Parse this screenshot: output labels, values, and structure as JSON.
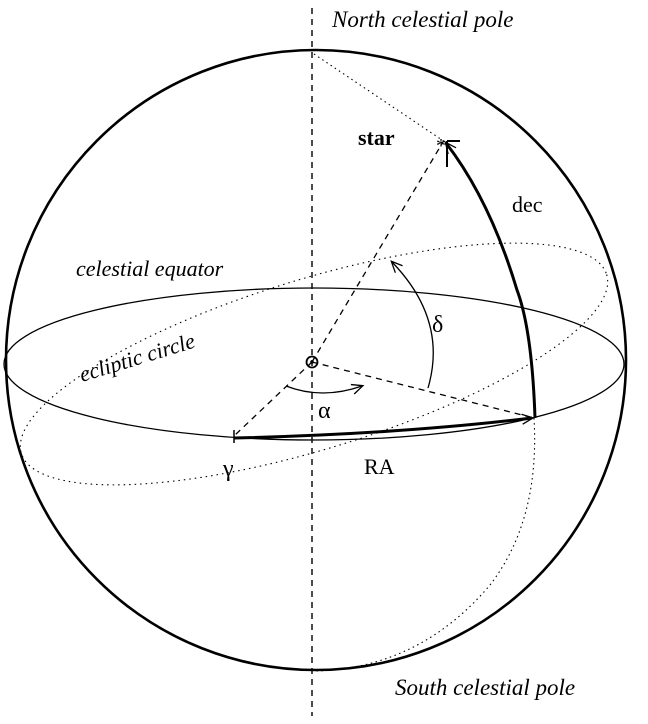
{
  "labels": {
    "north_pole": "North celestial pole",
    "south_pole": "South celestial pole",
    "star": "star",
    "dec": "dec",
    "celestial_equator": "celestial equator",
    "ecliptic_circle": "ecliptic circle",
    "delta": "δ",
    "alpha": "α",
    "gamma": "γ",
    "ra": "RA"
  },
  "colors": {
    "stroke": "#000000",
    "background": "#ffffff"
  }
}
